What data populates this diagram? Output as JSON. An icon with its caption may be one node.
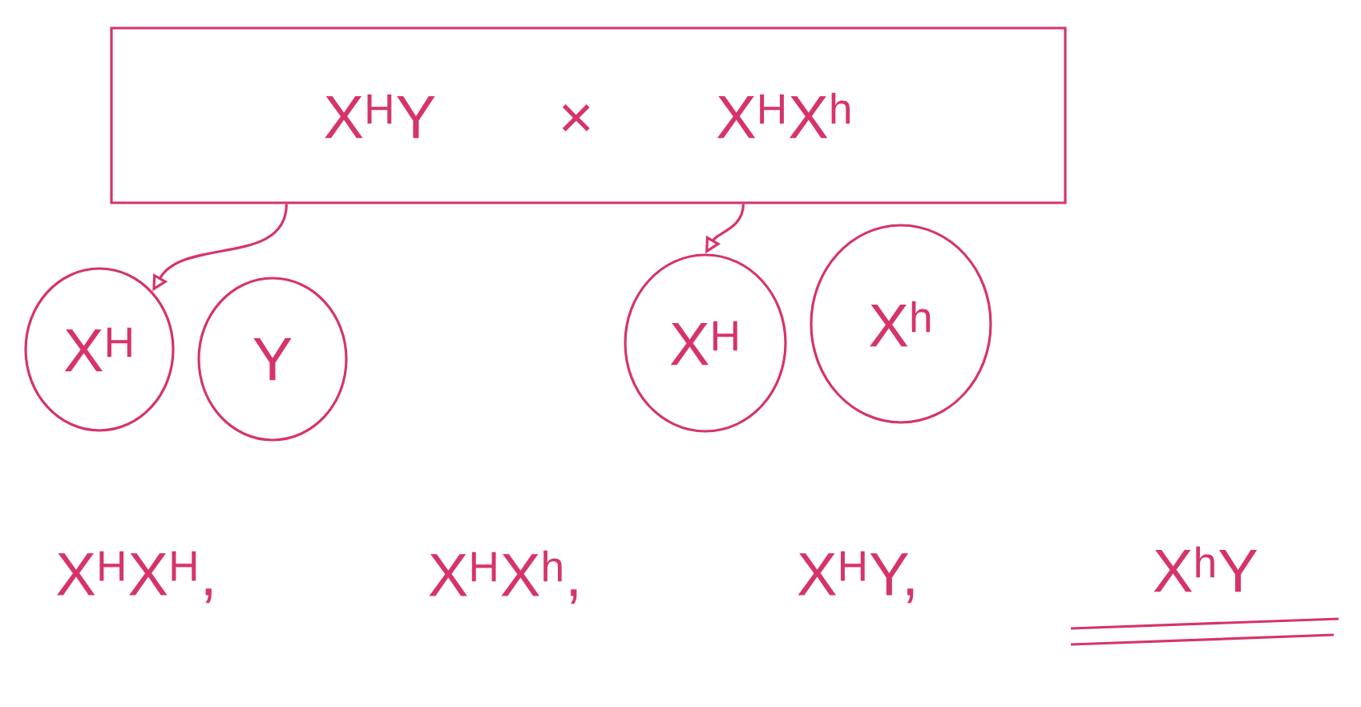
{
  "diagram": {
    "nodes": [
      {
        "text": [
          "X$^{H}$Y",
          "×",
          "X$^{H}$X$^{h}$"
        ]
      },
      {
        "text": [
          "X$^{H}$"
        ]
      },
      {
        "text": [
          "Y"
        ]
      },
      {
        "text": [
          "X$^{H}$"
        ]
      },
      {
        "text": [
          "X$^{h}$"
        ]
      }
    ],
    "edges": [
      {
        "from": 0,
        "to": 1,
        "arrow": "to"
      },
      {
        "from": 0,
        "to": 3,
        "arrow": "to"
      }
    ],
    "labels": [
      "X$^{H}$X$^{H}$,",
      "X$^{H}$X$^{h}$,",
      "X$^{H}$Y,",
      "X$^{h}$Y"
    ]
  }
}
